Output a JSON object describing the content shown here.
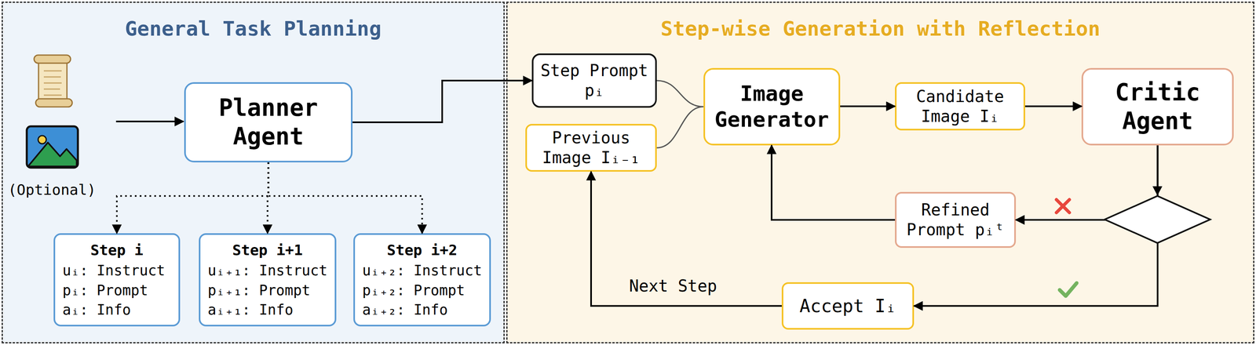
{
  "diagram": {
    "nodes": [
      {
        "text": [
          "General Task Planning"
        ]
      },
      {
        "text": [
          "Planner Agent"
        ],
        "in": 0
      },
      {
        "text": [
          "Step i",
          "uᵢ: Instruct",
          "pᵢ: Prompt",
          "aᵢ: Info"
        ],
        "in": 0
      },
      {
        "text": [
          "Step i+1",
          "uᵢ₊₁: Instruct",
          "pᵢ₊₁: Prompt",
          "aᵢ₊₁: Info"
        ],
        "in": 0
      },
      {
        "text": [
          "Step i+2",
          "uᵢ₊₂: Instruct",
          "pᵢ₊₂: Prompt",
          "aᵢ₊₂: Info"
        ],
        "in": 0
      },
      {
        "text": [
          "Step-wise Generation with Reflection"
        ]
      },
      {
        "text": [
          "Step Prompt pᵢ"
        ],
        "in": 5
      },
      {
        "text": [
          "Previous Image Iᵢ₋₁"
        ],
        "in": 5
      },
      {
        "text": [
          "Image Generator"
        ],
        "in": 5
      },
      {
        "text": [
          "Candidate Image Iᵢ"
        ],
        "in": 5
      },
      {
        "text": [
          "Critic Agent"
        ],
        "in": 5
      },
      {
        "text": [
          "Refined Prompt pᵢᵗ"
        ],
        "in": 5
      },
      {
        "text": [
          "Accept Iᵢ"
        ],
        "in": 5
      }
    ],
    "edges": [
      {
        "from": 1,
        "to": 6,
        "arrow": "to"
      },
      {
        "from": 1,
        "to": 2,
        "arrow": "to"
      },
      {
        "from": 1,
        "to": 3,
        "arrow": "to"
      },
      {
        "from": 1,
        "to": 4,
        "arrow": "to"
      },
      {
        "from": 6,
        "to": 8,
        "arrow": "none"
      },
      {
        "from": 7,
        "to": 8,
        "arrow": "none"
      },
      {
        "from": 8,
        "to": 9,
        "arrow": "to"
      },
      {
        "from": 9,
        "to": 10,
        "arrow": "to"
      },
      {
        "from": 10,
        "to": 11,
        "arrow": "to"
      },
      {
        "from": 10,
        "to": 12,
        "arrow": "to"
      },
      {
        "from": 11,
        "to": 8,
        "arrow": "to"
      },
      {
        "from": 12,
        "to": 7,
        "arrow": "to",
        "label": "Next Step"
      }
    ],
    "labels": [
      "(Optional)"
    ]
  }
}
